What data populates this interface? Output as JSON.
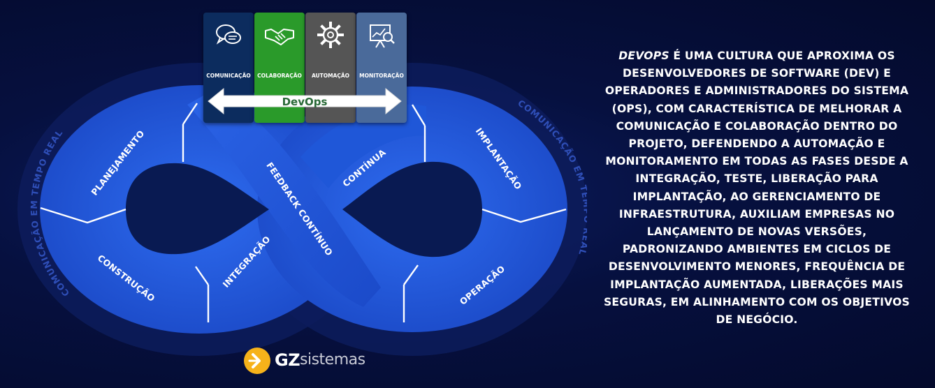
{
  "diagram": {
    "segments": {
      "planejamento": "Planejamento",
      "construcao": "Construção",
      "integracao": "Integração",
      "feedback": "Feedback Contínuo",
      "continua": "Contínua",
      "implantacao": "Implantação",
      "operacao": "Operação"
    },
    "ring": {
      "left": "Comunicação em tempo real",
      "right": "Comunicação em tempo real"
    },
    "panels": [
      {
        "label": "Comunicação",
        "icon": "chat-bubbles-icon",
        "color": "#0c2c5e"
      },
      {
        "label": "Colaboração",
        "icon": "handshake-icon",
        "color": "#2a9a2a"
      },
      {
        "label": "Automação",
        "icon": "gear-icon",
        "color": "#555555"
      },
      {
        "label": "Monitoração",
        "icon": "monitoring-chart-icon",
        "color": "#4a6a9a"
      }
    ],
    "arrow_label": "DevOps"
  },
  "description": {
    "lead": "DevOps",
    "body": " é uma cultura que aproxima os desenvolvedores de software (Dev) e operadores e administradores do sistema (Ops), com característica de melhorar a comunicação e colaboração dentro do projeto, defendendo a automação e monitoramento em todas as fases desde a integração, teste, liberação para implantação, ao gerenciamento de infraestrutura, auxiliam empresas no lançamento de novas versões, padronizando ambientes em ciclos de desenvolvimento menores, frequência de implantação aumentada, liberações mais seguras, em alinhamento com os objetivos de negócio."
  },
  "logo": {
    "brand_bold": "GZ",
    "brand_light": "sistemas",
    "colors": {
      "mark": "#f6b21a"
    }
  },
  "colors": {
    "segment_blue": "#1e54d6",
    "segment_dark": "#1a44b8",
    "ring": "#0e1f62",
    "background": "#06103f"
  }
}
